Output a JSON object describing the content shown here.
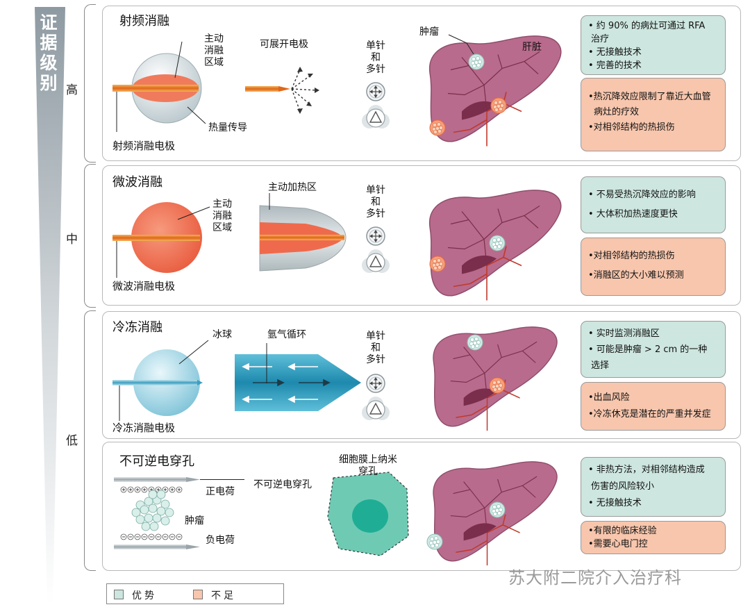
{
  "evidence": {
    "title": [
      "证",
      "据",
      "级",
      "别"
    ],
    "levels": {
      "high": "高",
      "mid": "中",
      "low": "低"
    }
  },
  "colors": {
    "advantage": "#cde6df",
    "disadvantage": "#f7c6ad",
    "liver": "#b86b8c",
    "ablation": "#ef6a4c"
  },
  "rfa": {
    "title": "射频消融",
    "active_zone": [
      "主动",
      "消融",
      "区域"
    ],
    "expandable": "可展开电极",
    "needle_type": [
      "单针",
      "和",
      "多针"
    ],
    "tumor": "肿瘤",
    "liver": "肝脏",
    "heat": "热量传导",
    "electrode": "射频消融电极",
    "advantages": [
      "• 约 90% 的病灶可通过 RFA",
      "治疗",
      "• 无接触技术",
      "• 完善的技术"
    ],
    "disadvantages": [
      "•热沉降效应限制了靠近大血管",
      "病灶的疗效",
      "•对相邻结构的热损伤"
    ]
  },
  "mwa": {
    "title": "微波消融",
    "active_zone": [
      "主动",
      "消融",
      "区域"
    ],
    "heating_zone": "主动加热区",
    "needle_type": [
      "单针",
      "和",
      "多针"
    ],
    "electrode": "微波消融电极",
    "advantages": [
      "• 不易受热沉降效应的影响",
      "• 大体积加热速度更快"
    ],
    "disadvantages": [
      "•对相邻结构的热损伤",
      "•消融区的大小难以预测"
    ]
  },
  "cryo": {
    "title": "冷冻消融",
    "ice_ball": "冰球",
    "argon": "氩气循环",
    "needle_type": [
      "单针",
      "和",
      "多针"
    ],
    "electrode": "冷冻消融电极",
    "advantages": [
      "• 实时监测消融区",
      "• 可能是肿瘤 > 2 cm 的一种",
      "选择"
    ],
    "disadvantages": [
      "•出血风险",
      "•冷冻休克是潜在的严重并发症"
    ]
  },
  "ire": {
    "title": "不可逆电穿孔",
    "ire_label": "不可逆电穿孔",
    "positive": "正电荷",
    "tumor": "肿瘤",
    "negative": "负电荷",
    "nano": [
      "细胞膜上纳米",
      "穿孔"
    ],
    "advantages": [
      "• 非热方法，对相邻结构造成",
      "伤害的风险较小",
      "• 无接触技术"
    ],
    "disadvantages": [
      "•有限的临床经验",
      "•需要心电门控"
    ]
  },
  "legend": {
    "advantage": "优势",
    "disadvantage": "不足"
  },
  "watermark": "苏大附二院介入治疗科"
}
